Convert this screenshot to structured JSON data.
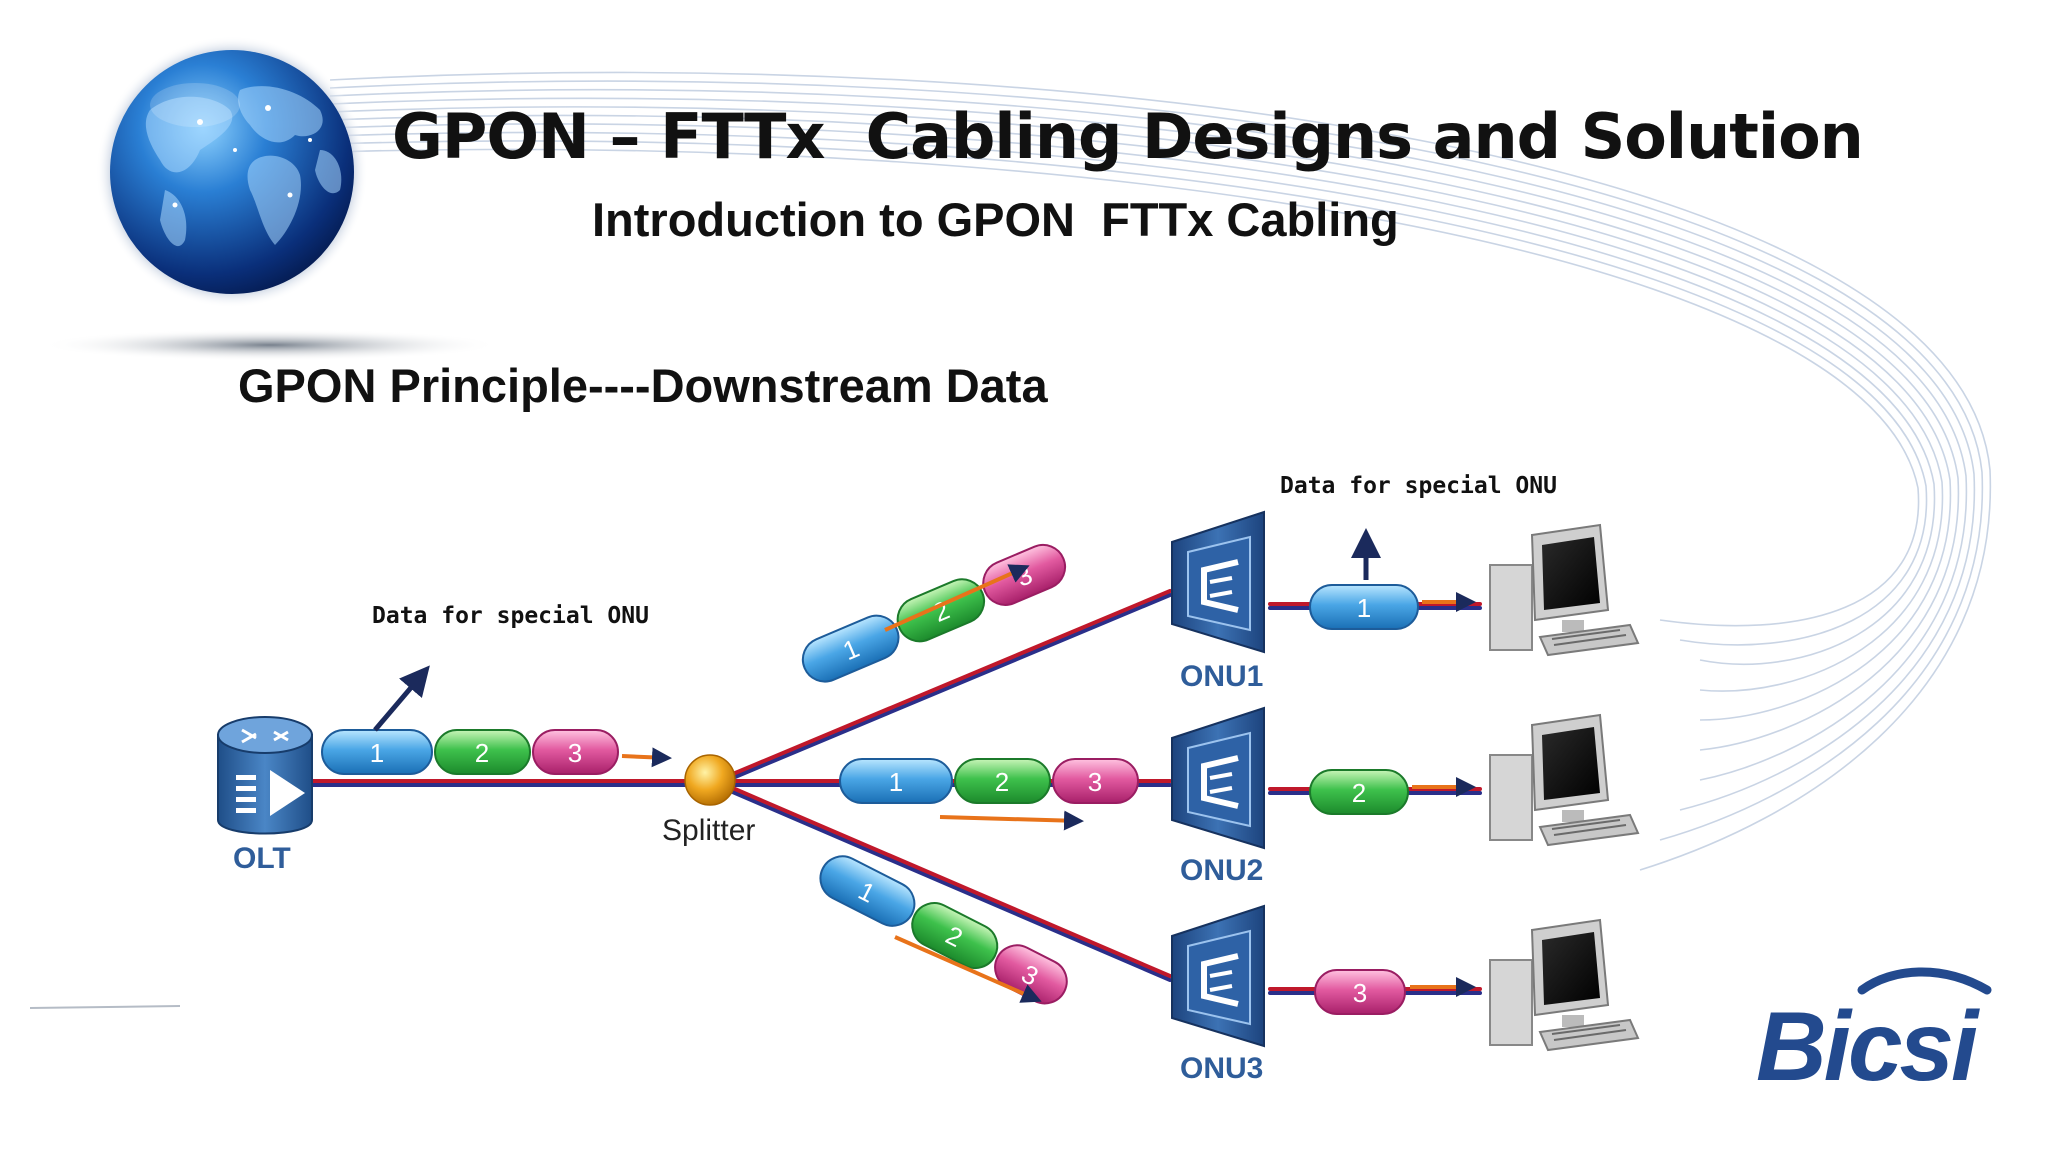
{
  "slide": {
    "title": "GPON – FTTx  Cabling Designs and Solution",
    "subtitle": "Introduction to GPON  FTTx Cabling",
    "section_heading": "GPON Principle----Downstream Data"
  },
  "diagram": {
    "annotation_olt": "Data for special ONU",
    "annotation_onu": "Data for special ONU",
    "olt_label": "OLT",
    "splitter_label": "Splitter",
    "onus": [
      {
        "label": "ONU1",
        "delivered_packet": "1"
      },
      {
        "label": "ONU2",
        "delivered_packet": "2"
      },
      {
        "label": "ONU3",
        "delivered_packet": "3"
      }
    ],
    "packets": [
      "1",
      "2",
      "3"
    ],
    "colors": {
      "packet_1": "#3d9ad8",
      "packet_2": "#34b54a",
      "packet_3": "#d8498f",
      "fiber_red": "#c0182b",
      "fiber_blue": "#2a2f8a",
      "arrow_orange": "#e8731a",
      "onu_blue": "#27508f"
    }
  },
  "logo": {
    "text": "Bicsi",
    "color": "#234a8e"
  },
  "icons": [
    "globe-icon",
    "olt-router-icon",
    "splitter-icon",
    "onu-icon",
    "computer-icon"
  ]
}
